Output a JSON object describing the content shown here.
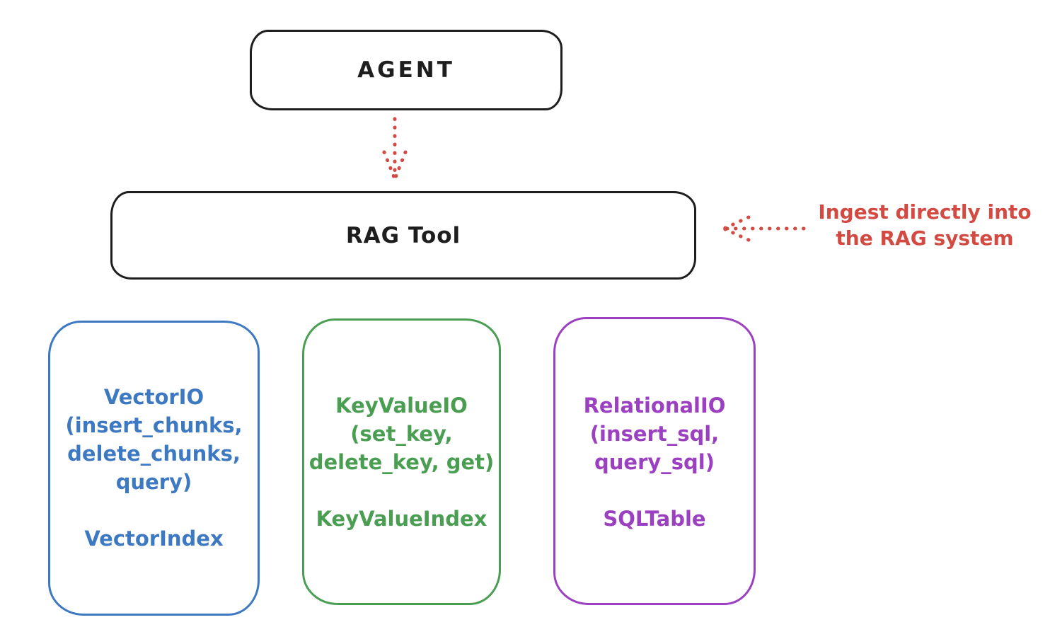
{
  "canvas": {
    "background": "#ffffff"
  },
  "colors": {
    "ink": "#1e1e1e",
    "red": "#d34a42",
    "blue": "#3d79c2",
    "green": "#4a9e52",
    "purple": "#9c40c2"
  },
  "agent_box": {
    "label": "AGENT"
  },
  "rag_tool_box": {
    "label": "RAG Tool"
  },
  "ingest_annotation": {
    "text": "Ingest directly into\nthe RAG system"
  },
  "arrows": [
    {
      "name": "agent-to-rag",
      "direction": "down",
      "style": "dotted",
      "color": "#d34a42"
    },
    {
      "name": "ingest-into-rag",
      "direction": "left",
      "style": "dotted",
      "color": "#d34a42"
    }
  ],
  "io_boxes": [
    {
      "title": "VectorIO",
      "methods": "(insert_chunks,\ndelete_chunks,\nquery)",
      "index_label": "VectorIndex",
      "accent": "#3d79c2"
    },
    {
      "title": "KeyValueIO",
      "methods": "(set_key,\ndelete_key, get)",
      "index_label": "KeyValueIndex",
      "accent": "#4a9e52"
    },
    {
      "title": "RelationalIO",
      "methods": "(insert_sql,\nquery_sql)",
      "index_label": "SQLTable",
      "accent": "#9c40c2"
    }
  ]
}
